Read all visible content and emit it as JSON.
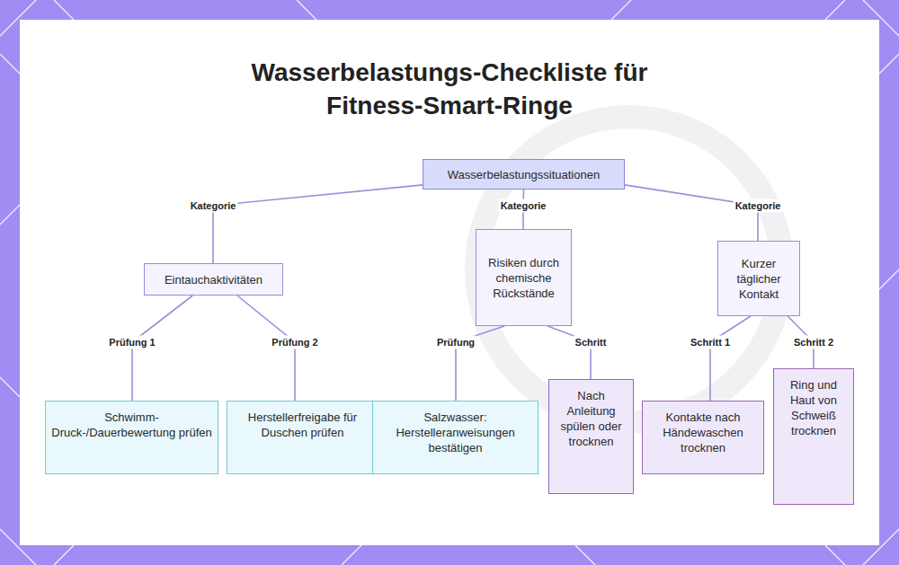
{
  "diagram": {
    "title": "Wasserbelastungs-Checkliste für Fitness-Smart-Ringe",
    "nodes": [
      {
        "text": [
          "Wasserbelastungssituationen"
        ]
      },
      {
        "text": [
          "Eintauchaktivitäten"
        ]
      },
      {
        "text": [
          "Risiken durch chemische Rückstände"
        ]
      },
      {
        "text": [
          "Kurzer täglicher Kontakt"
        ]
      },
      {
        "text": [
          "Schwimm- Druck-/Dauerbewertung prüfen"
        ]
      },
      {
        "text": [
          "Herstellerfreigabe für Duschen prüfen"
        ]
      },
      {
        "text": [
          "Salzwasser: Herstelleranweisungen bestätigen"
        ]
      },
      {
        "text": [
          "Nach Anleitung spülen oder trocknen"
        ]
      },
      {
        "text": [
          "Kontakte nach Händewaschen trocknen"
        ]
      },
      {
        "text": [
          "Ring und Haut von Schweiß trocknen"
        ]
      }
    ],
    "edges": [
      {
        "from": 0,
        "to": 1,
        "label": "Kategorie",
        "arrow": "none"
      },
      {
        "from": 0,
        "to": 2,
        "label": "Kategorie",
        "arrow": "none"
      },
      {
        "from": 0,
        "to": 3,
        "label": "Kategorie",
        "arrow": "none"
      },
      {
        "from": 1,
        "to": 4,
        "label": "Prüfung 1",
        "arrow": "none"
      },
      {
        "from": 1,
        "to": 5,
        "label": "Prüfung 2",
        "arrow": "none"
      },
      {
        "from": 2,
        "to": 6,
        "label": "Prüfung",
        "arrow": "none"
      },
      {
        "from": 2,
        "to": 7,
        "label": "Schritt",
        "arrow": "none"
      },
      {
        "from": 3,
        "to": 8,
        "label": "Schritt 1",
        "arrow": "none"
      },
      {
        "from": 3,
        "to": 9,
        "label": "Schritt 2",
        "arrow": "none"
      }
    ]
  }
}
